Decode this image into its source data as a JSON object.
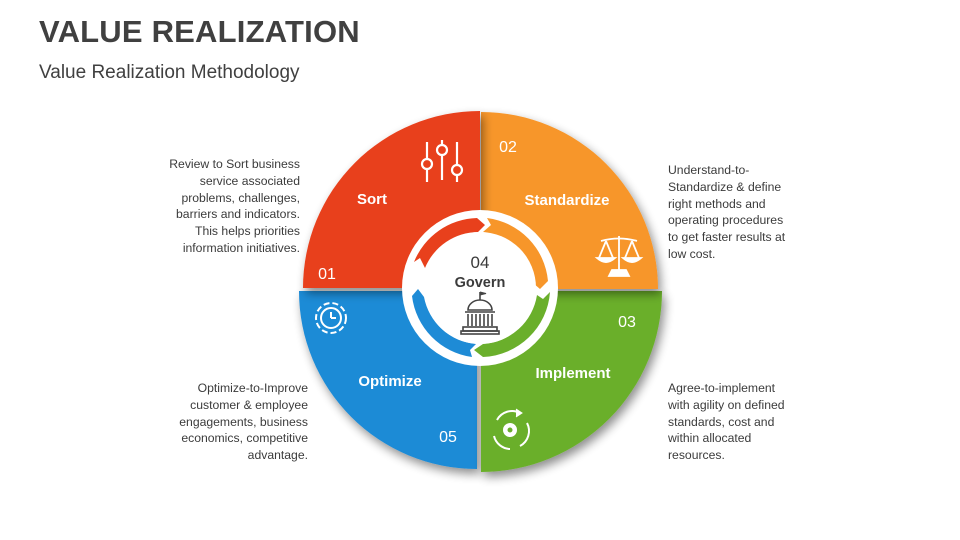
{
  "header": {
    "title": "VALUE REALIZATION",
    "subtitle": "Value Realization Methodology"
  },
  "colors": {
    "sort": "#E8401C",
    "standardize": "#F7962A",
    "implement": "#6AAF2B",
    "optimize": "#1E8BD6",
    "text": "#404040"
  },
  "diagram": {
    "center": {
      "number": "04",
      "label": "Govern",
      "icon": "capitol-building-icon"
    },
    "quadrants": [
      {
        "number": "01",
        "label": "Sort",
        "icon": "sliders-icon",
        "description": "Review to Sort business service associated problems, challenges, barriers and indicators. This helps priorities information initiatives."
      },
      {
        "number": "02",
        "label": "Standardize",
        "icon": "scales-icon",
        "description": "Understand-to-Standardize & define right methods and operating procedures to get faster results at low cost."
      },
      {
        "number": "03",
        "label": "Implement",
        "icon": "gear-cycle-icon",
        "description": "Agree-to-implement with agility on defined standards, cost and within allocated resources."
      },
      {
        "number": "05",
        "label": "Optimize",
        "icon": "gear-clock-icon",
        "description": "Optimize-to-Improve customer & employee engagements, business economics, competitive advantage."
      }
    ]
  },
  "descriptions_lines": {
    "sort": [
      "Review to Sort business",
      "service associated",
      "problems, challenges,",
      "barriers and indicators.",
      "This helps priorities",
      "information initiatives."
    ],
    "standardize": [
      "Understand-to-",
      "Standardize & define",
      "right methods and",
      "operating procedures",
      "to get faster results at",
      "low cost."
    ],
    "implement": [
      "Agree-to-implement",
      "with agility on defined",
      "standards, cost and",
      "within allocated",
      "resources."
    ],
    "optimize": [
      "Optimize-to-Improve",
      "customer & employee",
      "engagements, business",
      "economics, competitive",
      "advantage."
    ]
  }
}
